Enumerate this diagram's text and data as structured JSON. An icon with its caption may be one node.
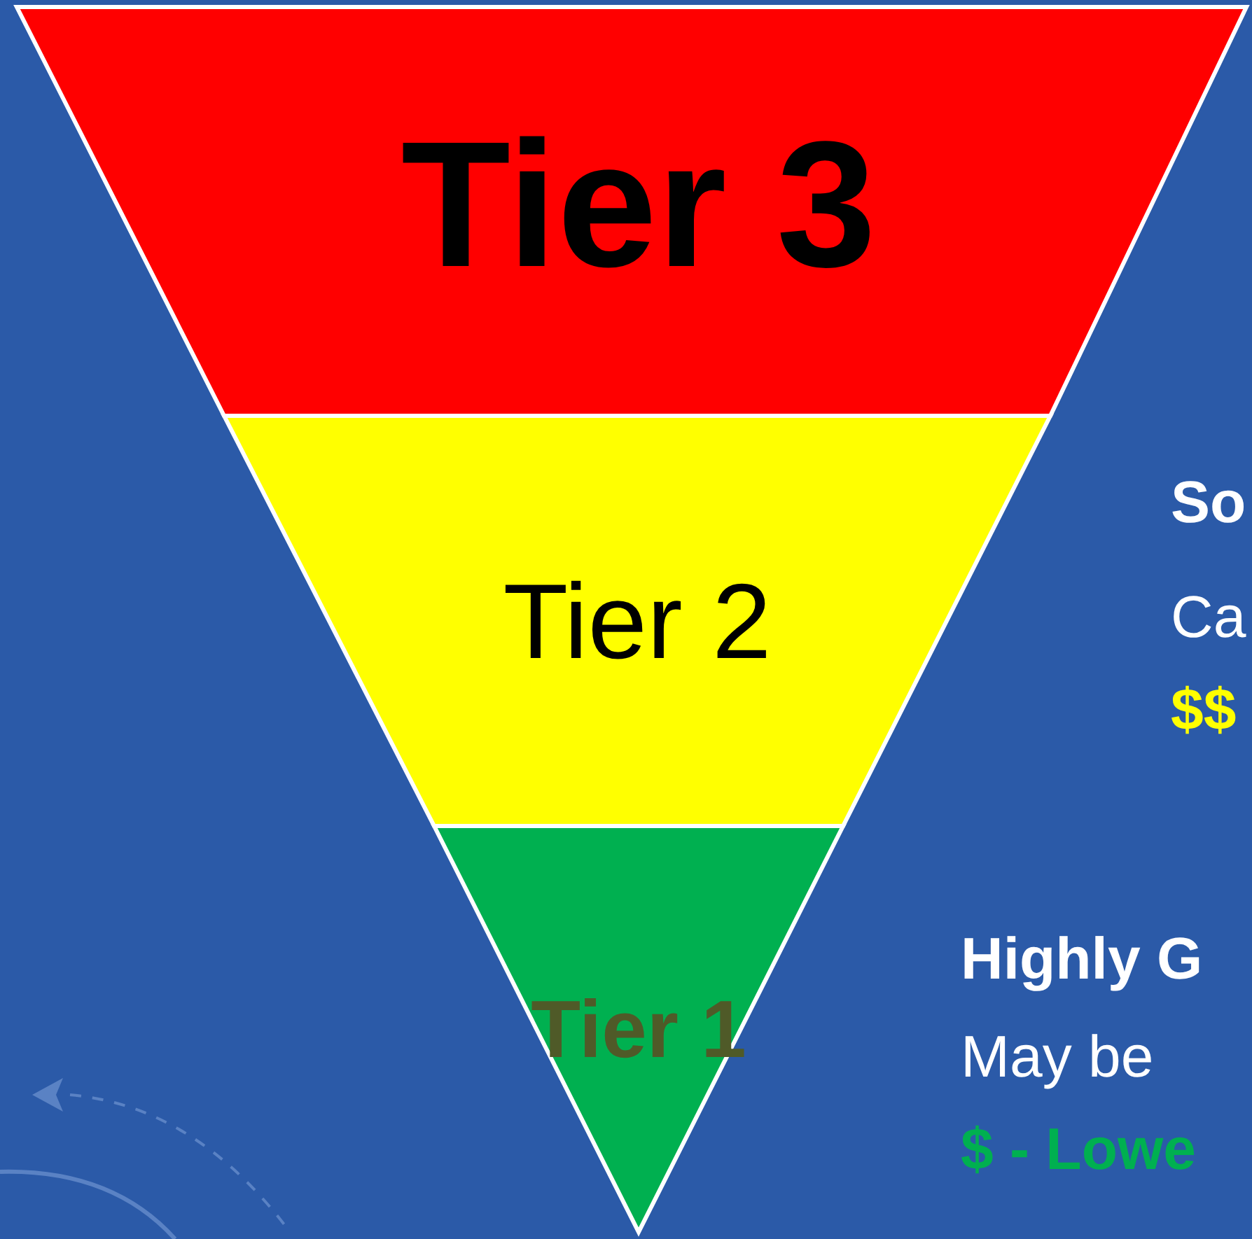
{
  "diagram": {
    "nodes": [
      {
        "text": [
          "Tier 3"
        ]
      },
      {
        "text": [
          "Tier 2"
        ]
      },
      {
        "text": [
          "Tier 1"
        ]
      }
    ],
    "edges": [],
    "labels": [
      "So",
      "Ca",
      "$$",
      "Highly G",
      "May be",
      "$ - Lowe"
    ]
  }
}
